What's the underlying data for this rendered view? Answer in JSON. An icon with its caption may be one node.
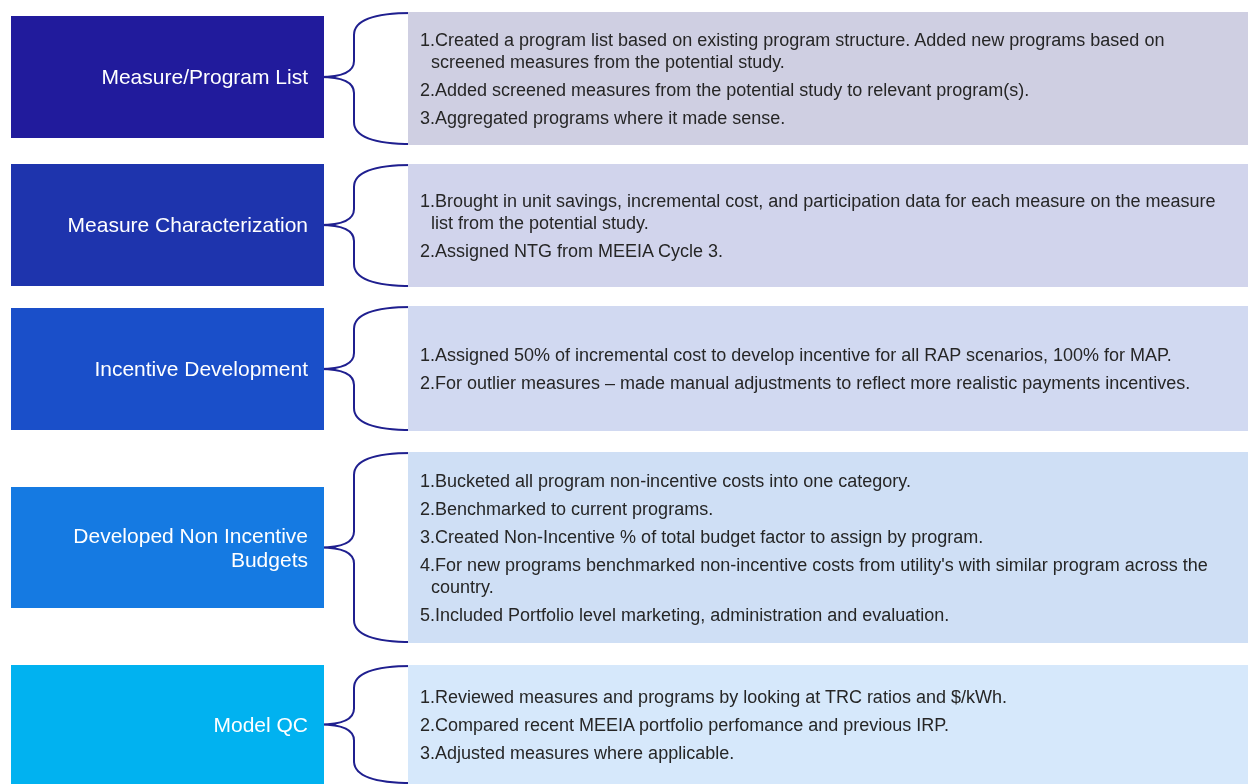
{
  "diagram": {
    "nodes": [
      {
        "text": [
          "Measure/Program List"
        ]
      },
      {
        "text": [
          "1.Created a program list based on existing program structure. Added new programs based on screened measures from the potential study.",
          "2.Added screened measures from the potential study to relevant program(s).",
          "3.Aggregated programs where it made sense."
        ]
      },
      {
        "text": [
          "Measure Characterization"
        ]
      },
      {
        "text": [
          "1.Brought in unit savings, incremental cost, and participation data for each measure on the measure list from the potential study.",
          "2.Assigned NTG from MEEIA Cycle 3."
        ]
      },
      {
        "text": [
          "Incentive Development"
        ]
      },
      {
        "text": [
          "1.Assigned 50% of incremental cost to develop incentive for all RAP scenarios, 100% for MAP.",
          "2.For outlier measures – made manual adjustments to reflect more realistic payments incentives."
        ]
      },
      {
        "text": [
          "Developed Non Incentive Budgets"
        ]
      },
      {
        "text": [
          "1.Bucketed all program non-incentive costs into one category.",
          "2.Benchmarked to current programs.",
          "3.Created Non-Incentive % of total budget factor to assign by program.",
          "4.For new programs benchmarked non-incentive costs from utility's with similar program across the country.",
          "5.Included Portfolio level marketing, administration and evaluation."
        ]
      },
      {
        "text": [
          "Model QC"
        ]
      },
      {
        "text": [
          "1.Reviewed measures and programs by looking at TRC ratios and $/kWh.",
          "2.Compared recent MEEIA portfolio perfomance and previous IRP.",
          "3.Adjusted measures where applicable."
        ]
      }
    ],
    "edges": [
      {
        "from": 0,
        "to": 1,
        "arrow": "none"
      },
      {
        "from": 2,
        "to": 3,
        "arrow": "none"
      },
      {
        "from": 4,
        "to": 5,
        "arrow": "none"
      },
      {
        "from": 6,
        "to": 7,
        "arrow": "none"
      },
      {
        "from": 8,
        "to": 9,
        "arrow": "none"
      }
    ]
  }
}
